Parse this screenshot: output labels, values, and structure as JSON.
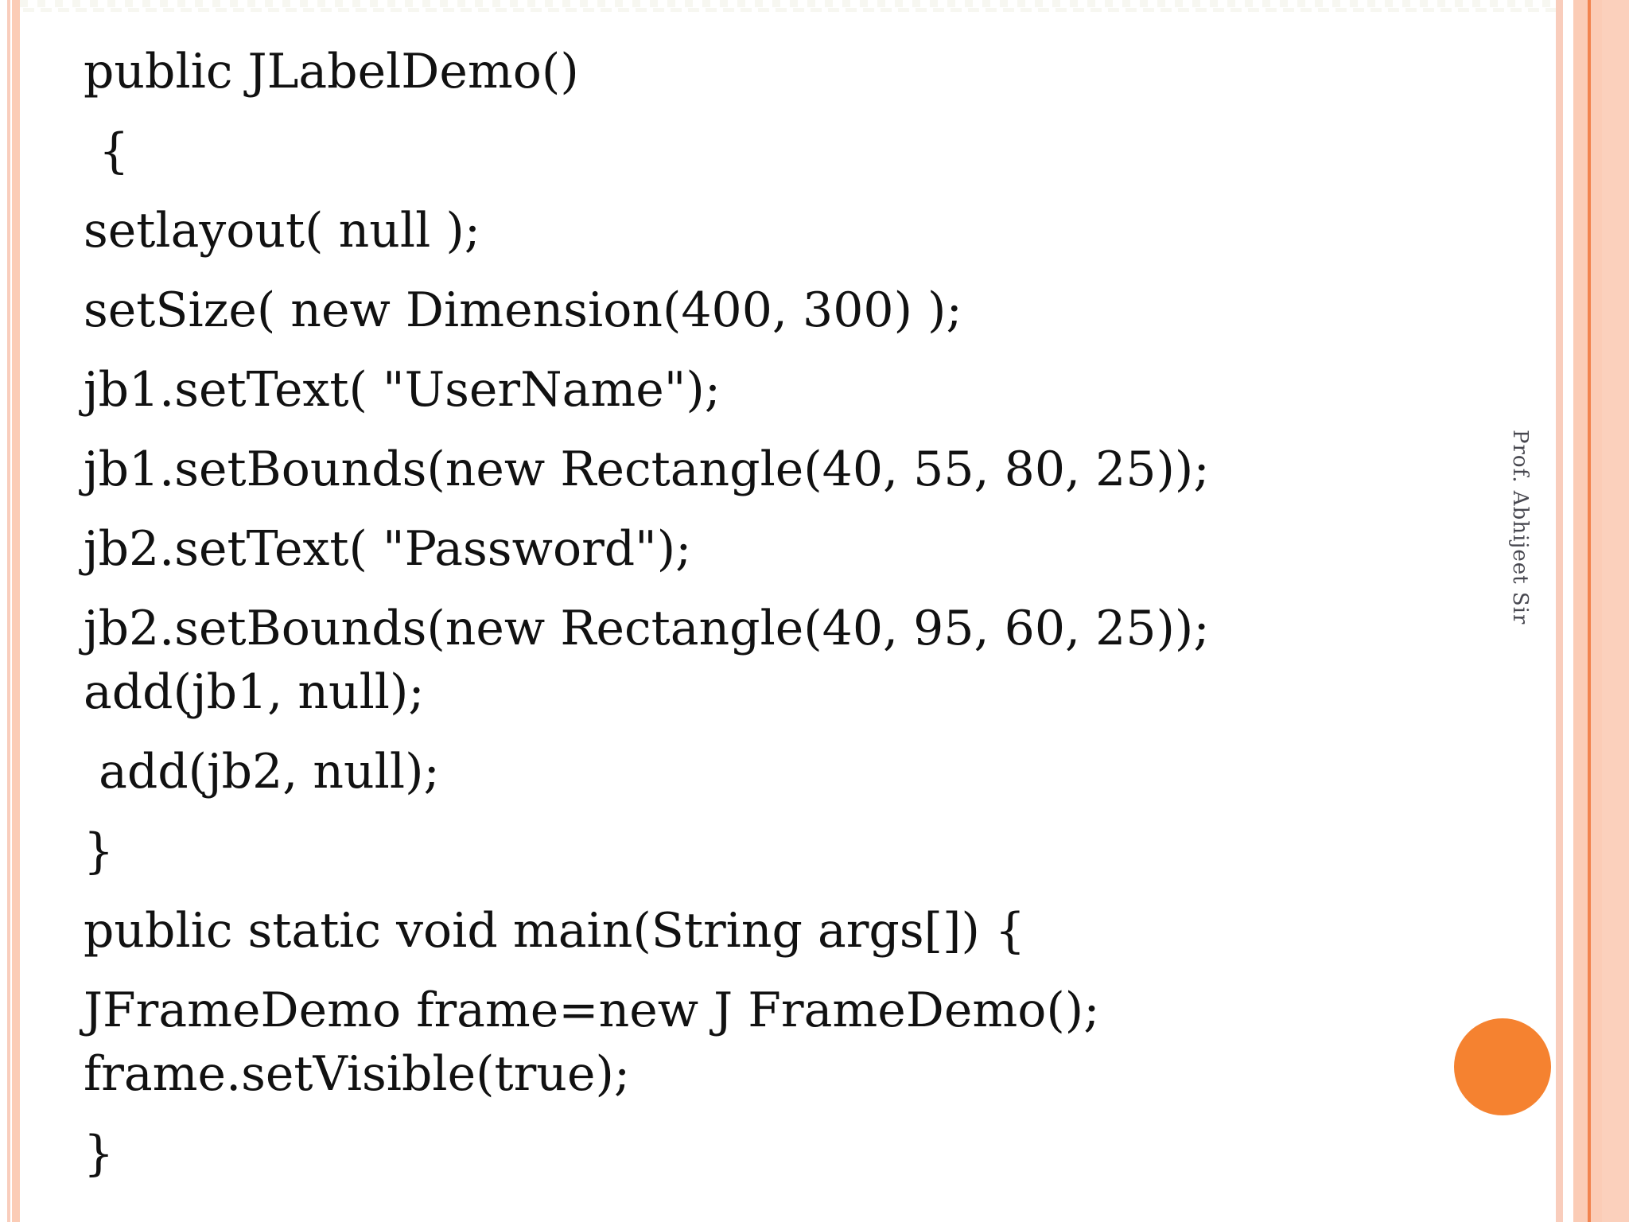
{
  "page": {
    "background": "#ffffff"
  },
  "decor": {
    "stripe_peach_light": "#f9cdbc",
    "stripe_peach": "#fbccb6",
    "stripe_peach_outer": "#fbd0bc",
    "accent_line": "#f2834e",
    "top_pattern_color": "#f7f7f1",
    "circle_color": "#f58230"
  },
  "credit": {
    "text": "Prof. Abhijeet Sir",
    "color": "#47474f"
  },
  "code": {
    "text_color": "#111111",
    "lines": [
      "public JLabelDemo()",
      " {",
      "setlayout( null );",
      "setSize( new Dimension(400, 300) );",
      "jb1.setText( \"UserName\");",
      "jb1.setBounds(new Rectangle(40, 55, 80, 25));",
      "jb2.setText( \"Password\");",
      "jb2.setBounds(new Rectangle(40, 95, 60, 25));",
      "add(jb1, null);",
      " add(jb2, null);",
      "}",
      "public static void main(String args[]) {",
      "JFrameDemo frame=new J FrameDemo();",
      "frame.setVisible(true);",
      "}"
    ]
  }
}
